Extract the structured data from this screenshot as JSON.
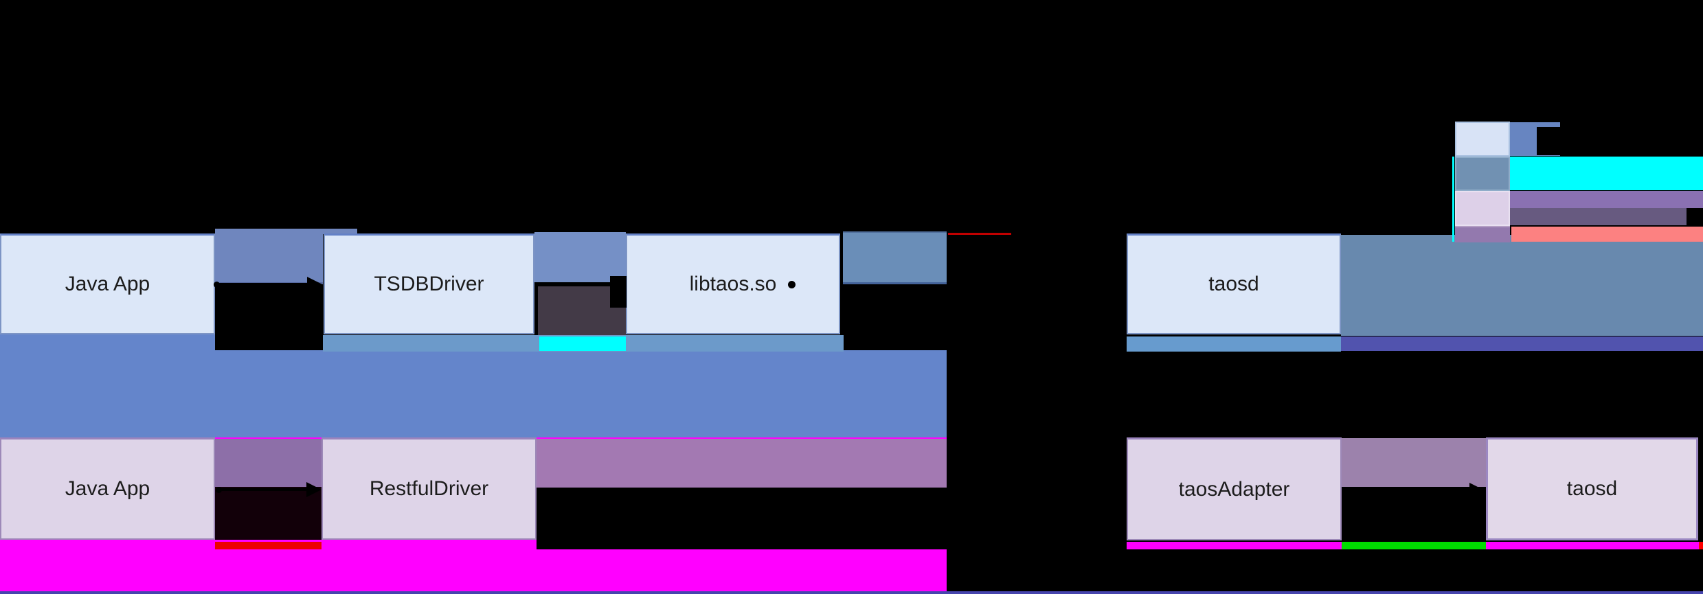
{
  "jni_flow": {
    "nodes": [
      {
        "id": "java-app-jni",
        "label": "Java App"
      },
      {
        "id": "tsdb-driver",
        "label": "TSDBDriver"
      },
      {
        "id": "libtaos",
        "label": "libtaos.so"
      },
      {
        "id": "taosd-jni",
        "label": "taosd"
      }
    ]
  },
  "rest_flow": {
    "nodes": [
      {
        "id": "java-app-rest",
        "label": "Java App"
      },
      {
        "id": "restful-driver",
        "label": "RestfulDriver"
      },
      {
        "id": "taos-adapter",
        "label": "taosAdapter"
      },
      {
        "id": "taosd-rest",
        "label": "taosd"
      }
    ]
  },
  "legend": {
    "swatches": [
      {
        "id": "light-blue-box-swatch",
        "color": "#d8e3f6"
      },
      {
        "id": "steel-blue-box-swatch",
        "color": "#7191b2"
      },
      {
        "id": "lavender-box-swatch",
        "color": "#ddd0e8"
      },
      {
        "id": "purple-box-swatch",
        "color": "#9379ae"
      }
    ],
    "line_samples": [
      {
        "id": "blue-line-sample",
        "color": "#6785c1"
      },
      {
        "id": "cyan-line-sample",
        "color": "#00ffff"
      },
      {
        "id": "purple-line-sample",
        "color": "#8a71b2"
      },
      {
        "id": "salmon-line-sample",
        "color": "#fc8181"
      }
    ]
  },
  "colors": {
    "jni_gap_fill": "#6f86be",
    "jni_gap_fill2": "#7590c6",
    "jni_right_fill": "#6a8eb8",
    "jni_band": "#6485cb",
    "jni_steel_strip": "#6c9aca",
    "cyan_strip": "#00ffff",
    "dark_puce": "#433a47",
    "taosd_steel_band": "#6889ae",
    "indigo_strip": "#5153ae",
    "rest_purple_gap": "#8d6fa8",
    "rest_purple_band": "#a379b2",
    "rest_purple_gap2": "#9c82ac",
    "magenta_band": "#ff00ff",
    "red_strip": "#ee0000",
    "green_strip": "#00dd00",
    "red_line": "#c00000",
    "bottom_strip": "#4745ad"
  }
}
